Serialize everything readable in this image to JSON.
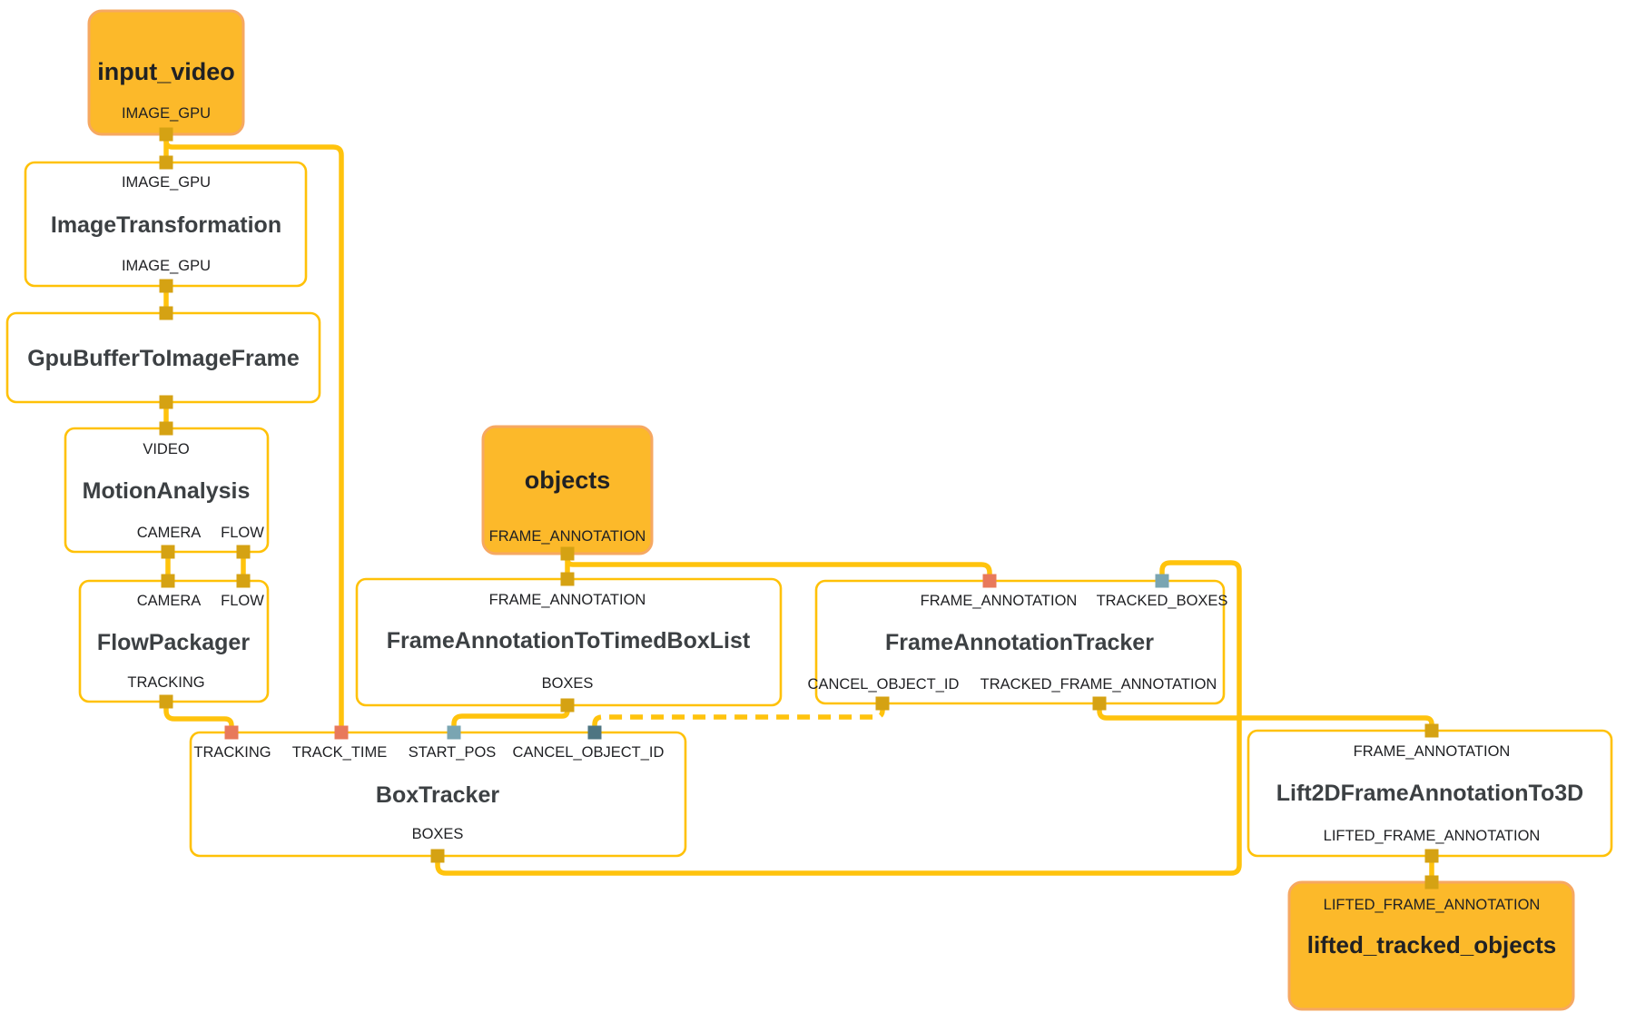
{
  "app": "mediapipe-graph-visualizer-canvas",
  "colors": {
    "edge": "#FFC30D",
    "node_border": "#FFC107",
    "node_fill": "#FFFFFF",
    "stream_node_fill": "#FCB92A",
    "stream_node_border": "#F6A862",
    "port_default": "#D5A213",
    "port_salmon": "#E8795B",
    "port_teal": "#7AA5B2",
    "port_slate": "#4E7582",
    "title_text": "#3C4043",
    "label_text": "#202124"
  },
  "nodes": [
    {
      "id": "input_video",
      "kind": "input-stream",
      "title": "input_video",
      "output_labels": [
        "IMAGE_GPU"
      ]
    },
    {
      "id": "ImageTransformation",
      "kind": "calculator",
      "title": "ImageTransformation",
      "input_labels": [
        "IMAGE_GPU"
      ],
      "output_labels": [
        "IMAGE_GPU"
      ]
    },
    {
      "id": "GpuBufferToImageFrame",
      "kind": "calculator",
      "title": "GpuBufferToImageFrame",
      "input_labels": [],
      "output_labels": []
    },
    {
      "id": "MotionAnalysis",
      "kind": "calculator",
      "title": "MotionAnalysis",
      "input_labels": [
        "VIDEO"
      ],
      "output_labels": [
        "CAMERA",
        "FLOW"
      ]
    },
    {
      "id": "FlowPackager",
      "kind": "calculator",
      "title": "FlowPackager",
      "input_labels": [
        "CAMERA",
        "FLOW"
      ],
      "output_labels": [
        "TRACKING"
      ]
    },
    {
      "id": "objects",
      "kind": "input-stream",
      "title": "objects",
      "output_labels": [
        "FRAME_ANNOTATION"
      ]
    },
    {
      "id": "FrameAnnotationToTimedBoxList",
      "kind": "calculator",
      "title": "FrameAnnotationToTimedBoxList",
      "input_labels": [
        "FRAME_ANNOTATION"
      ],
      "output_labels": [
        "BOXES"
      ]
    },
    {
      "id": "FrameAnnotationTracker",
      "kind": "calculator",
      "title": "FrameAnnotationTracker",
      "input_labels": [
        "FRAME_ANNOTATION",
        "TRACKED_BOXES"
      ],
      "output_labels": [
        "CANCEL_OBJECT_ID",
        "TRACKED_FRAME_ANNOTATION"
      ]
    },
    {
      "id": "BoxTracker",
      "kind": "calculator",
      "title": "BoxTracker",
      "input_labels": [
        "TRACKING",
        "TRACK_TIME",
        "START_POS",
        "CANCEL_OBJECT_ID"
      ],
      "output_labels": [
        "BOXES"
      ]
    },
    {
      "id": "Lift2DFrameAnnotationTo3D",
      "kind": "calculator",
      "title": "Lift2DFrameAnnotationTo3D",
      "input_labels": [
        "FRAME_ANNOTATION"
      ],
      "output_labels": [
        "LIFTED_FRAME_ANNOTATION"
      ]
    },
    {
      "id": "lifted_tracked_objects",
      "kind": "output-stream",
      "title": "lifted_tracked_objects",
      "input_labels": [
        "LIFTED_FRAME_ANNOTATION"
      ]
    }
  ],
  "edges": [
    {
      "from": "input_video.IMAGE_GPU",
      "to": "ImageTransformation.IMAGE_GPU",
      "style": "solid"
    },
    {
      "from": "input_video.IMAGE_GPU",
      "to": "BoxTracker.TRACK_TIME",
      "style": "solid"
    },
    {
      "from": "ImageTransformation.IMAGE_GPU",
      "to": "GpuBufferToImageFrame",
      "style": "solid"
    },
    {
      "from": "GpuBufferToImageFrame",
      "to": "MotionAnalysis.VIDEO",
      "style": "solid"
    },
    {
      "from": "MotionAnalysis.CAMERA",
      "to": "FlowPackager.CAMERA",
      "style": "solid"
    },
    {
      "from": "MotionAnalysis.FLOW",
      "to": "FlowPackager.FLOW",
      "style": "solid"
    },
    {
      "from": "FlowPackager.TRACKING",
      "to": "BoxTracker.TRACKING",
      "style": "solid"
    },
    {
      "from": "objects.FRAME_ANNOTATION",
      "to": "FrameAnnotationToTimedBoxList.FRAME_ANNOTATION",
      "style": "solid"
    },
    {
      "from": "objects.FRAME_ANNOTATION",
      "to": "FrameAnnotationTracker.FRAME_ANNOTATION",
      "style": "solid"
    },
    {
      "from": "FrameAnnotationToTimedBoxList.BOXES",
      "to": "BoxTracker.START_POS",
      "style": "solid"
    },
    {
      "from": "FrameAnnotationTracker.CANCEL_OBJECT_ID",
      "to": "BoxTracker.CANCEL_OBJECT_ID",
      "style": "dashed"
    },
    {
      "from": "BoxTracker.BOXES",
      "to": "FrameAnnotationTracker.TRACKED_BOXES",
      "style": "solid"
    },
    {
      "from": "FrameAnnotationTracker.TRACKED_FRAME_ANNOTATION",
      "to": "Lift2DFrameAnnotationTo3D.FRAME_ANNOTATION",
      "style": "solid"
    },
    {
      "from": "Lift2DFrameAnnotationTo3D.LIFTED_FRAME_ANNOTATION",
      "to": "lifted_tracked_objects.LIFTED_FRAME_ANNOTATION",
      "style": "solid"
    }
  ]
}
